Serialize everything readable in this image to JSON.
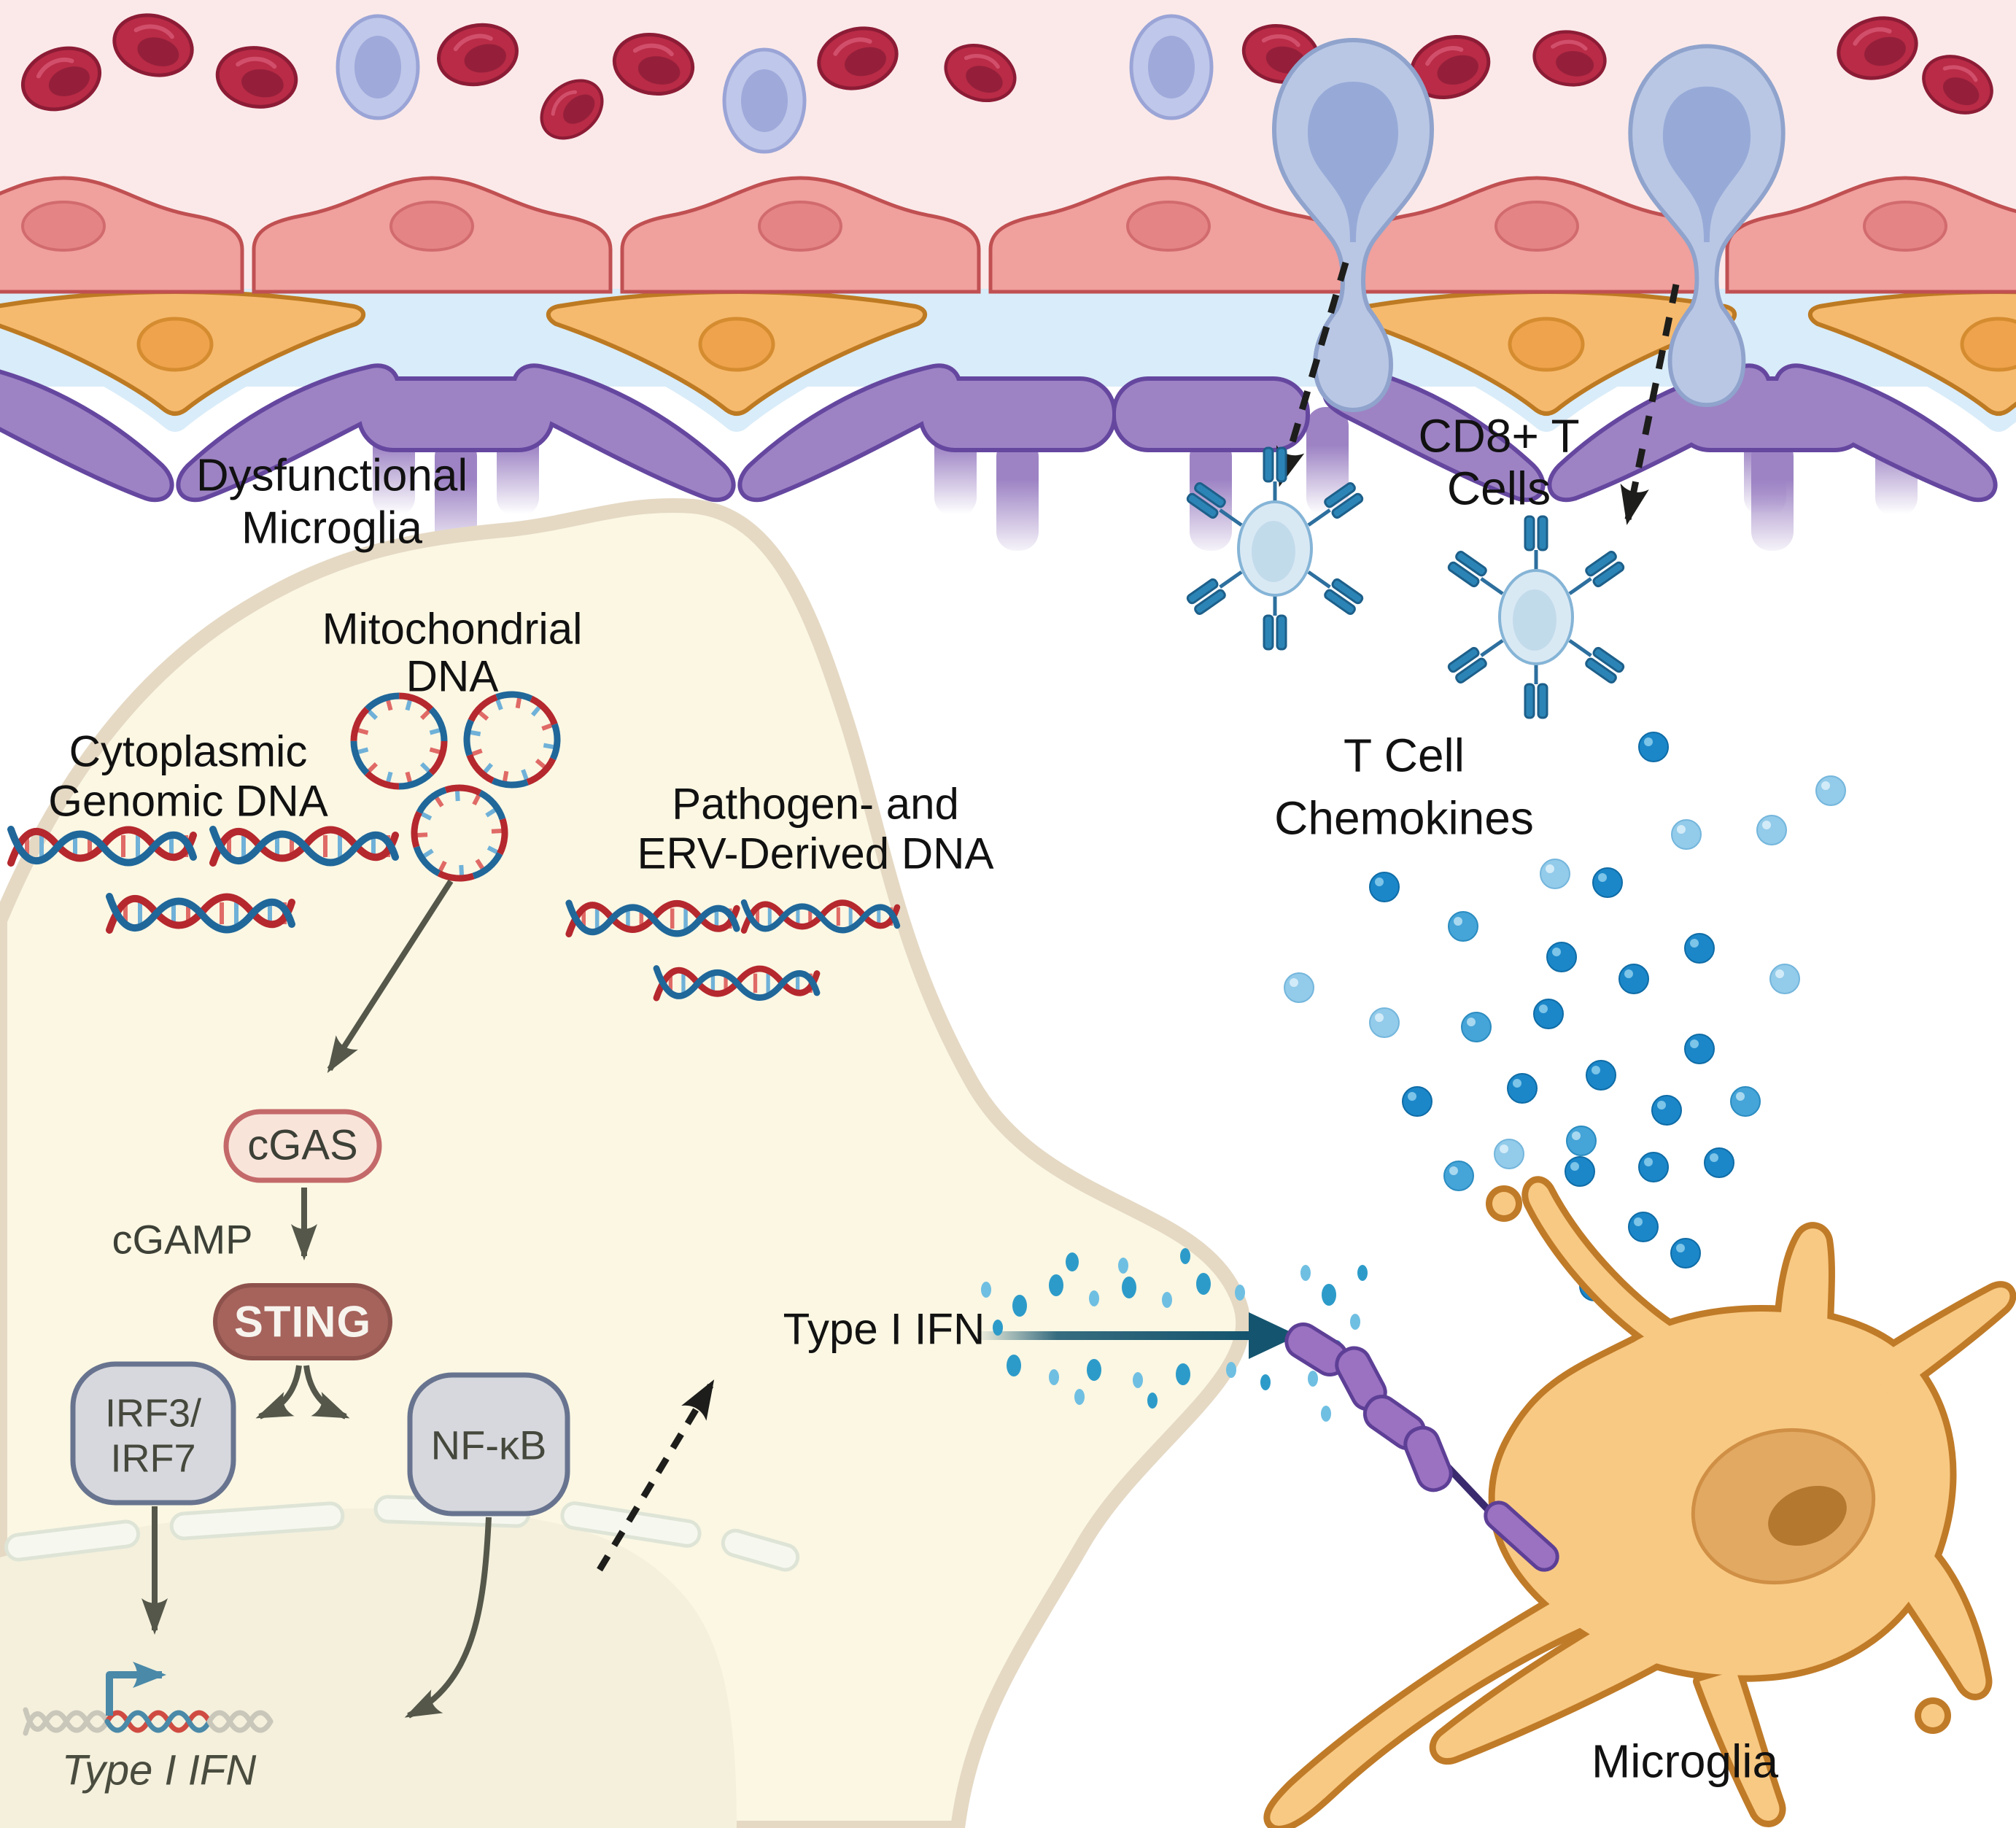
{
  "diagram": {
    "type": "biorender-style pathway illustration",
    "topic": "cGAS-STING sensing of cytosolic DNA in dysfunctional microglia driving Type I IFN and CD8+ T cell recruitment across the blood-brain barrier"
  },
  "labels": {
    "dysfunctional_microglia": {
      "line1": "Dysfunctional",
      "line2": "Microglia"
    },
    "mitochondrial_dna": {
      "line1": "Mitochondrial",
      "line2": "DNA"
    },
    "cytoplasmic_genomic_dna": {
      "line1": "Cytoplasmic",
      "line2": "Genomic DNA"
    },
    "pathogen_erv_dna": {
      "line1": "Pathogen- and",
      "line2": "ERV-Derived DNA"
    },
    "cgas": "cGAS",
    "cgamp": "cGAMP",
    "sting": "STING",
    "irf": {
      "line1": "IRF3/",
      "line2": "IRF7"
    },
    "nfkb": "NF-κB",
    "type_i_ifn_gene": "Type I IFN",
    "type_i_ifn_secreted": "Type I IFN",
    "cd8_t_cells": {
      "line1": "CD8+ T",
      "line2": "Cells"
    },
    "t_cell_chemokines": {
      "line1": "T Cell",
      "line2": "Chemokines"
    },
    "microglia": "Microglia"
  },
  "colors": {
    "vessel_lumen": "#fbe9e9",
    "red_blood_cell": "#b92b46",
    "lymphocyte": "#bfc7ea",
    "endothelial_cell": "#f0a09d",
    "basement_membrane": "#d9ecf9",
    "pericyte": "#f6ba6e",
    "astrocyte_endfoot": "#9d83c4",
    "dysfunctional_cell_fill": "#fbf7e3",
    "dysfunctional_cell_membrane": "#e5d9c4",
    "cgas_pill": "#f9e4da",
    "cgas_border": "#c4696a",
    "sting_pill": "#a5635c",
    "tf_box": "#d7d8dd",
    "tf_box_border": "#68748f",
    "arrow": "#54574a",
    "dna_red": "#b5282e",
    "dna_blue": "#20679a",
    "promoter_arrow": "#4a89a8",
    "chemokine_dark": "#1b87c9",
    "chemokine_mid": "#45a4d8",
    "chemokine_light": "#93cbea",
    "ifn_arrow": "#14546e",
    "microglia_cell": "#f8c983",
    "microglia_border": "#c07b28",
    "receptor_purple": "#9b71c1"
  }
}
